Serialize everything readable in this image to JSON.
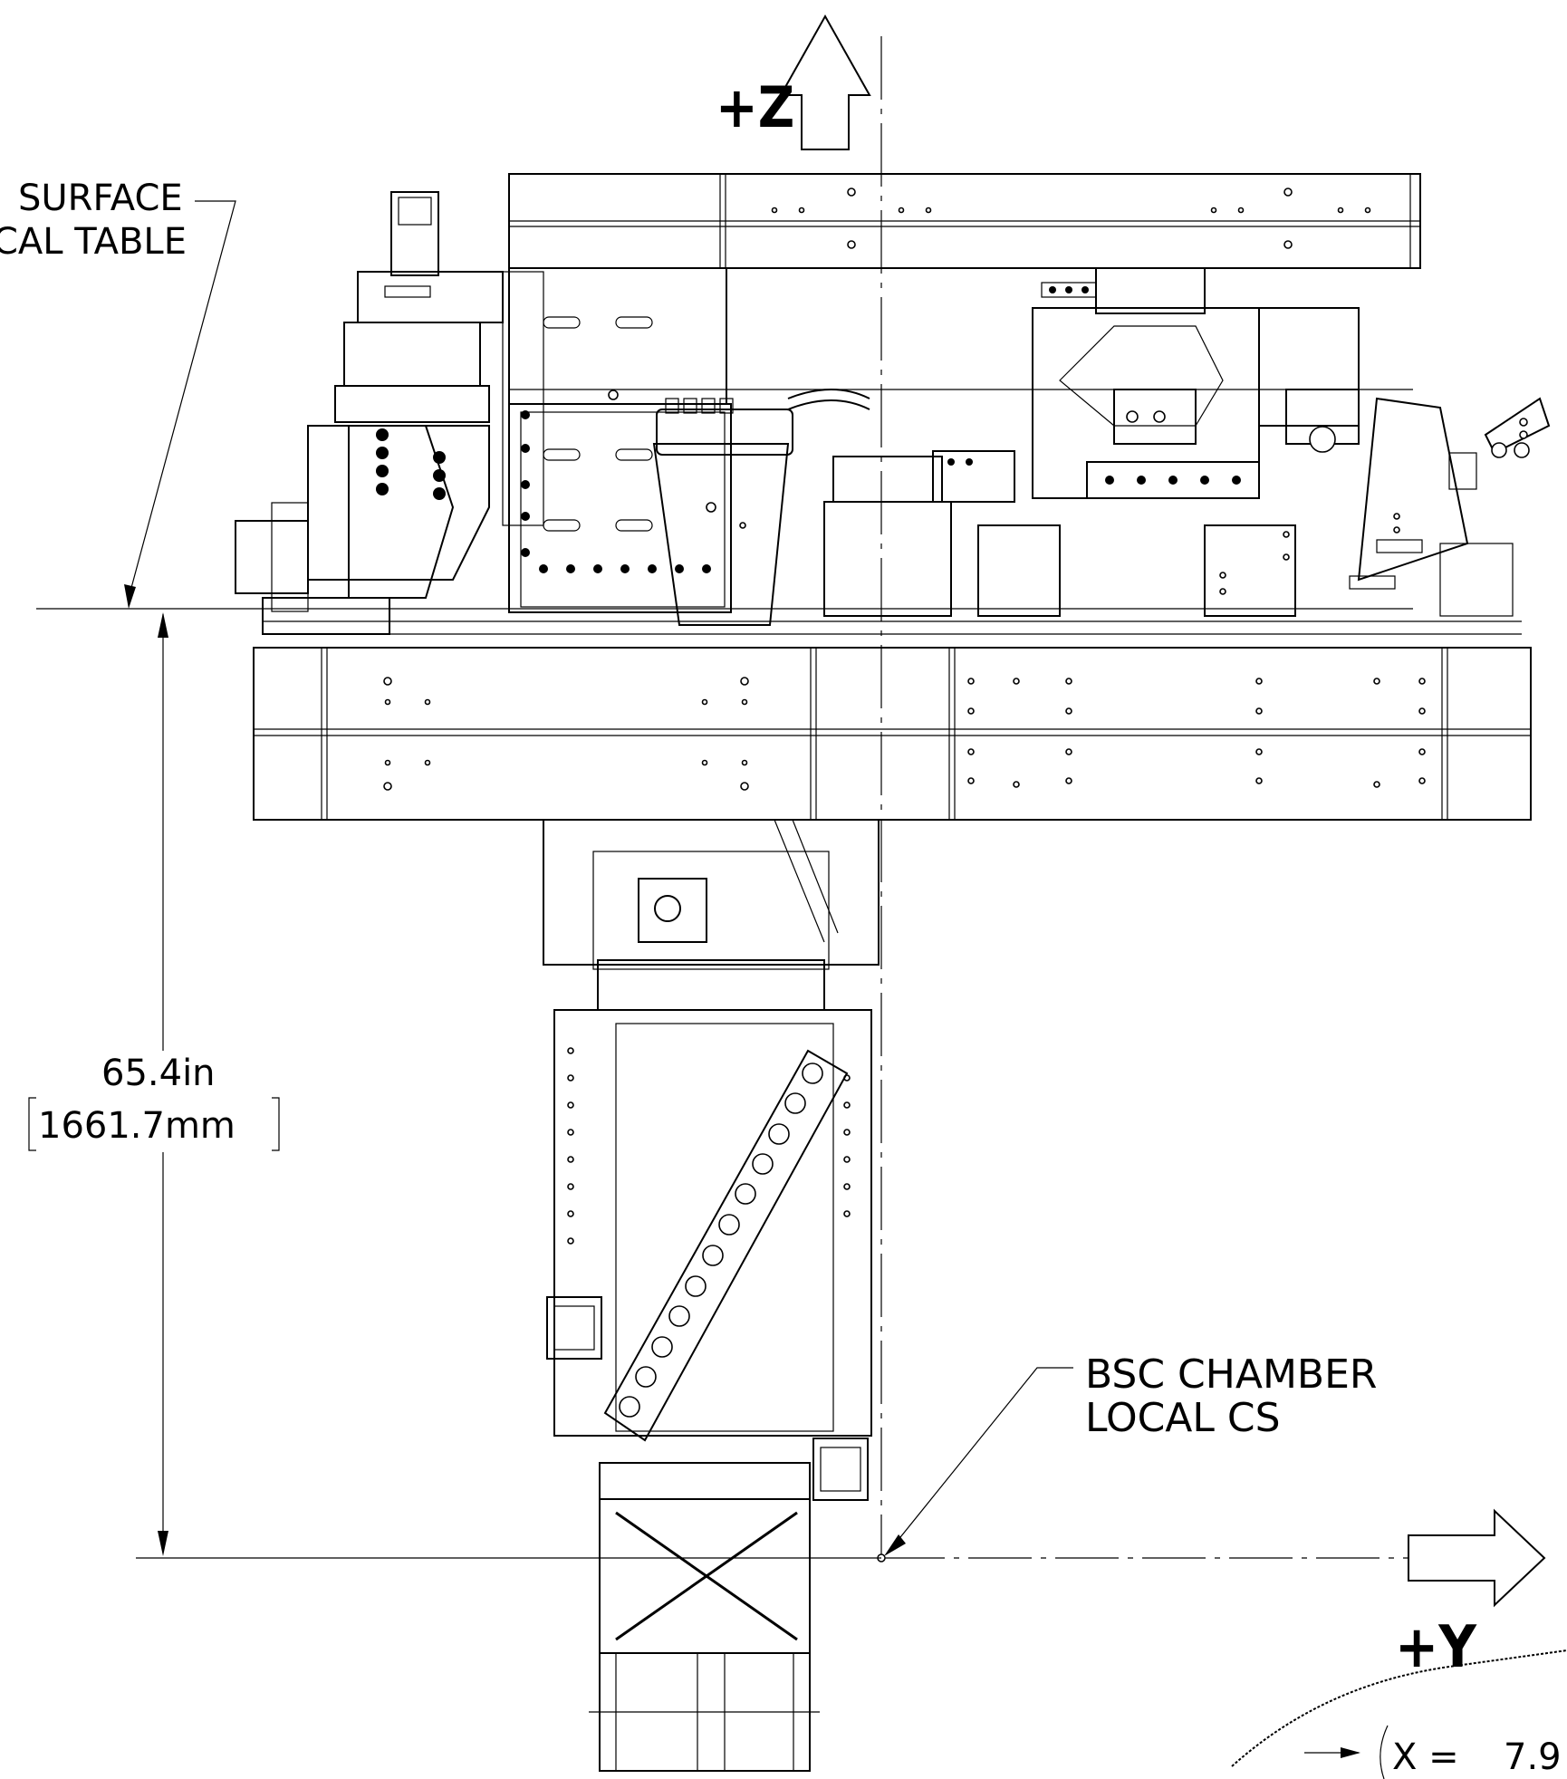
{
  "axes": {
    "z_label": "+Z",
    "y_label": "+Y"
  },
  "labels": {
    "table_surface_line1": "SURFACE",
    "table_surface_line2": "CAL TABLE",
    "origin_line1": "BSC CHAMBER",
    "origin_line2": "LOCAL CS"
  },
  "dimension": {
    "inches": "65.4in",
    "millimeters": "1661.7mm"
  },
  "callout": {
    "x_prefix": "X =",
    "x_value": "7.9"
  }
}
